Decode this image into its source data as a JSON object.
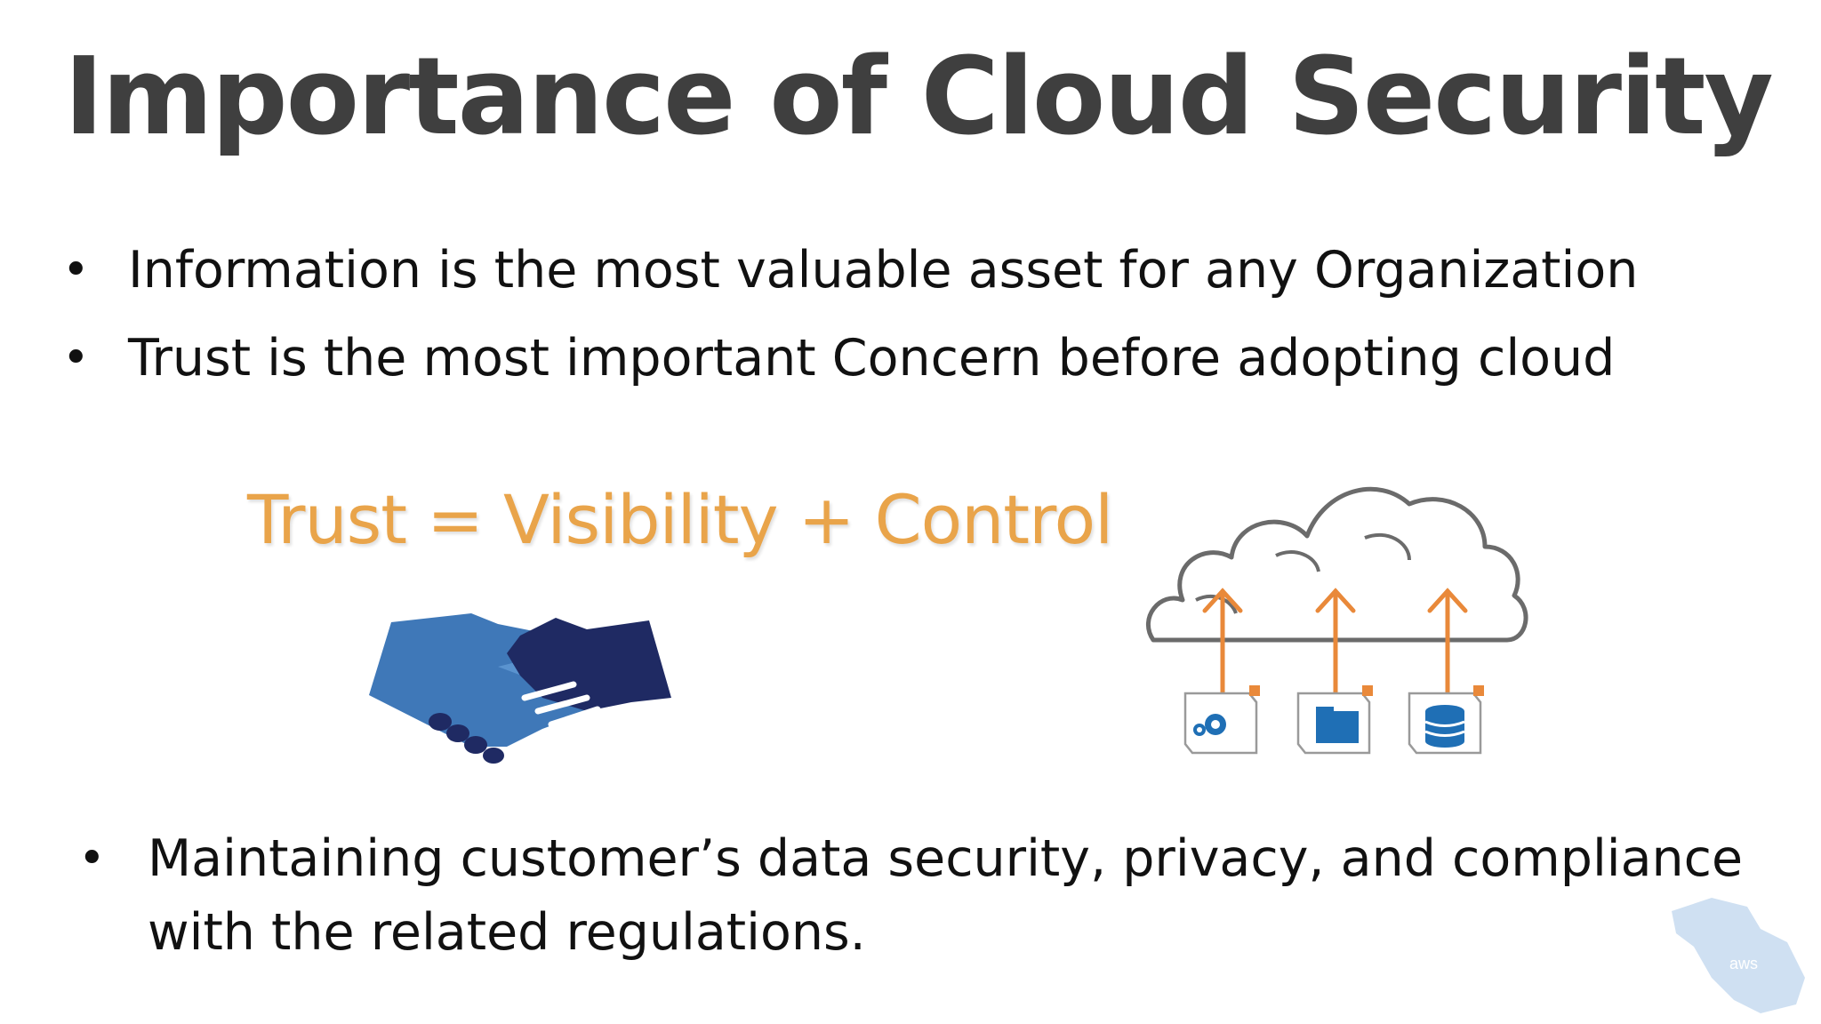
{
  "slide": {
    "title": "Importance of Cloud Security",
    "bullets": [
      "Information is the most valuable asset for any Organization",
      "Trust is the most important Concern before adopting cloud"
    ],
    "equation": "Trust = Visibility + Control",
    "bottom_bullet_line1": "Maintaining customer’s data security, privacy, and compliance",
    "bottom_bullet_line2": "with the related regulations.",
    "bullet_symbol": "•",
    "watermark_logo_text": "aws"
  },
  "colors": {
    "title": "#3f3f3f",
    "equation": "#e9a44a",
    "handshake_light": "#3f78b8",
    "handshake_dark": "#1f2a63",
    "cloud_outline": "#6b6b6b",
    "arrow": "#e9893a",
    "box_icon": "#1f6fb5"
  },
  "icons": [
    "handshake-icon",
    "cloud-icon",
    "gear-icon",
    "folder-icon",
    "database-icon",
    "aws-map-logo"
  ]
}
